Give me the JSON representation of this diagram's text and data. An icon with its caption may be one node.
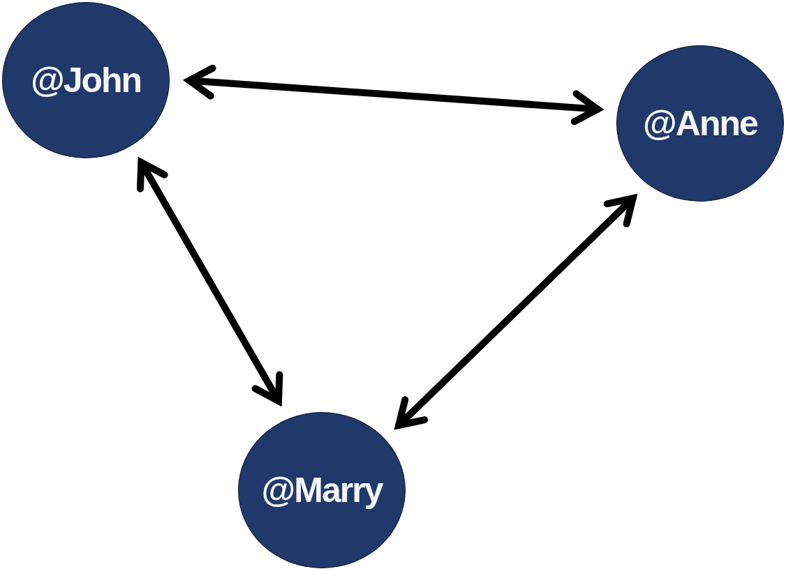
{
  "diagram": {
    "nodes": [
      {
        "text": [
          "@John"
        ]
      },
      {
        "text": [
          "@Anne"
        ]
      },
      {
        "text": [
          "@Marry"
        ]
      }
    ],
    "edges": [
      {
        "from": 0,
        "to": 1,
        "arrow": "both"
      },
      {
        "from": 0,
        "to": 2,
        "arrow": "both"
      },
      {
        "from": 1,
        "to": 2,
        "arrow": "both"
      }
    ]
  }
}
